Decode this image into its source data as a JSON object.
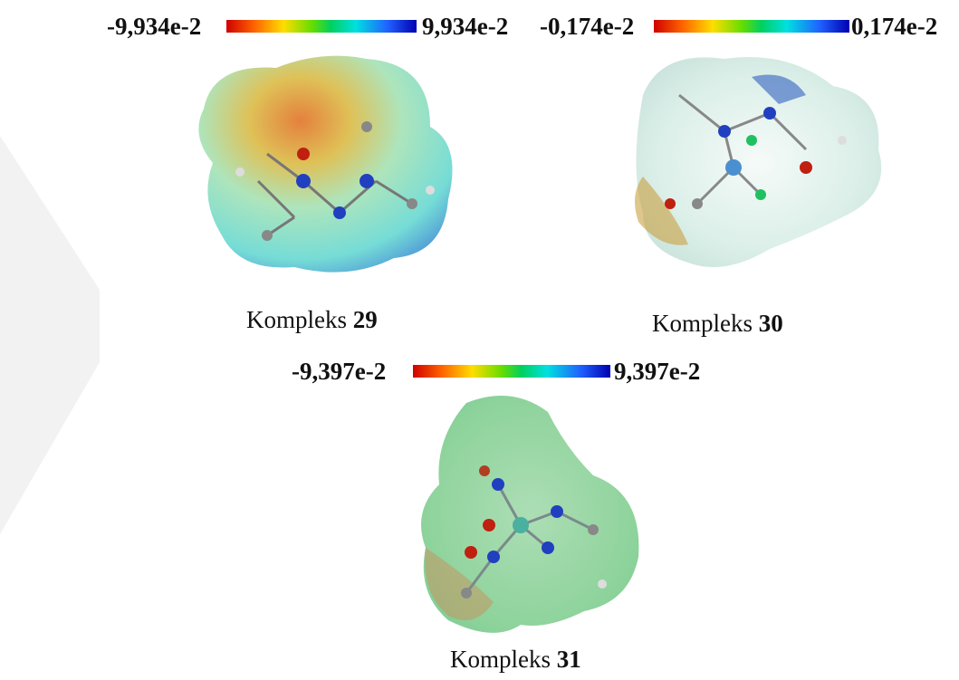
{
  "colors": {
    "scale_gradient": [
      "#d00000",
      "#ff6600",
      "#ffdd00",
      "#66dd00",
      "#00d060",
      "#00e0e0",
      "#2060ff",
      "#0000b0"
    ]
  },
  "complex29": {
    "scale_min": "-9,934e-2",
    "scale_max": "9,934e-2",
    "caption_prefix": "Kompleks",
    "caption_number": "29"
  },
  "complex30": {
    "scale_min": "-0,174e-2",
    "scale_max": "0,174e-2",
    "caption_prefix": "Kompleks",
    "caption_number": "30"
  },
  "complex31": {
    "scale_min": "-9,397e-2",
    "scale_max": "9,397e-2",
    "caption_prefix": "Kompleks",
    "caption_number": "31"
  }
}
